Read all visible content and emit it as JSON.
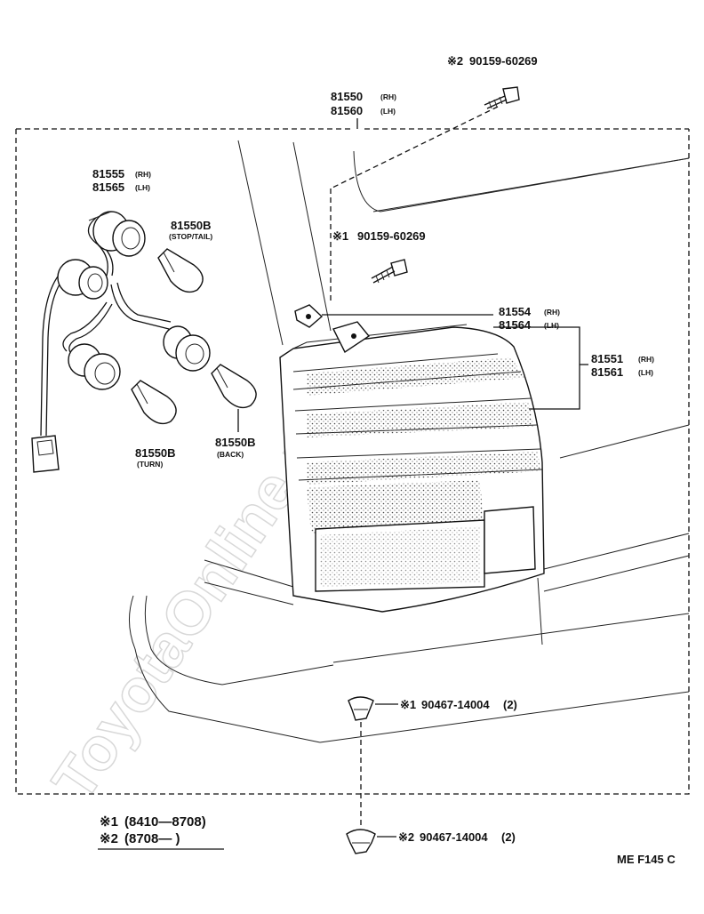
{
  "watermark": "ToyotaOnline.ru",
  "diagram_code": "ME  F145 C",
  "assembly": {
    "rh": "81550",
    "rh_tag": "(RH)",
    "lh": "81560",
    "lh_tag": "(LH)"
  },
  "screw_top": {
    "prefix": "※2",
    "number": "90159-60269"
  },
  "screw_mid": {
    "prefix": "※1",
    "number": "90159-60269"
  },
  "socket_tail": {
    "rh": "81555",
    "rh_tag": "(RH)",
    "lh": "81565",
    "lh_tag": "(LH)"
  },
  "bulb_stop": {
    "number": "81550B",
    "function": "(STOP/TAIL)"
  },
  "bulb_turn": {
    "number": "81550B",
    "function": "(TURN)"
  },
  "bulb_back": {
    "number": "81550B",
    "function": "(BACK)"
  },
  "gasket": {
    "rh": "81554",
    "rh_tag": "(RH)",
    "lh": "81564",
    "lh_tag": "(LH)"
  },
  "lens": {
    "rh": "81551",
    "rh_tag": "(RH)",
    "lh": "81561",
    "lh_tag": "(LH)"
  },
  "clip_1": {
    "prefix": "※1",
    "number": "90467-14004",
    "qty": "(2)"
  },
  "clip_2": {
    "prefix": "※2",
    "number": "90467-14004",
    "qty": "(2)"
  },
  "legend": [
    {
      "mark": "※1",
      "range": "(8410—8708)"
    },
    {
      "mark": "※2",
      "range": "(8708—        )"
    }
  ]
}
